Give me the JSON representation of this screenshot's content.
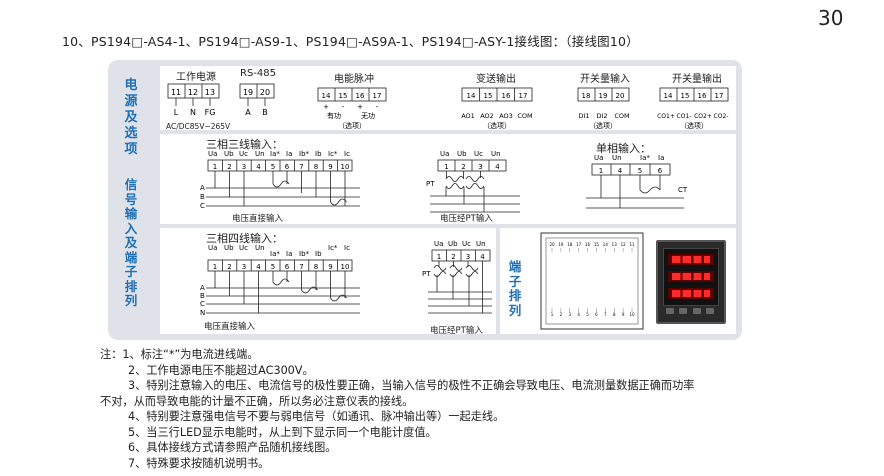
{
  "page_number": "30",
  "heading": "10、PS194□-AS4-1、PS194□-AS9-1、PS194□-AS9A-1、PS194□-ASY-1接线图：（接线图10）",
  "sections": {
    "power_source": "电\n源\n及\n选\n项",
    "signal_input": "信\n号\n输\n入\n及\n端\n子\n排\n列",
    "terminal_layout": "端\n子\n排\n列"
  },
  "power_supply": {
    "title": "工作电源",
    "terminals": [
      "11",
      "12",
      "13"
    ],
    "pins": [
      "L",
      "N",
      "FG"
    ],
    "range": "AC/DC85V~265V"
  },
  "rs485": {
    "title": "RS-485",
    "terminals": [
      "19",
      "20"
    ],
    "pins": [
      "A",
      "B"
    ]
  },
  "energy_pulse": {
    "title": "电能脉冲",
    "terminals": [
      "14",
      "15",
      "16",
      "17"
    ],
    "pins": [
      "有功",
      "无功"
    ],
    "note": "（选项）"
  },
  "transmit_out": {
    "title": "变送输出",
    "terminals": [
      "14",
      "15",
      "16",
      "17"
    ],
    "pins": [
      "AO1",
      "AO2",
      "AO3",
      "COM"
    ],
    "note": "（选项）"
  },
  "switch_in": {
    "title": "开关量输入",
    "terminals": [
      "18",
      "19",
      "20"
    ],
    "pins": [
      "DI1",
      "DI2",
      "COM"
    ],
    "note": "（选项）"
  },
  "switch_out": {
    "title": "开关量输出",
    "terminals": [
      "14",
      "15",
      "16",
      "17"
    ],
    "pins": [
      "CO1+",
      "CO1-",
      "CO2+",
      "CO2-"
    ],
    "note": "（选项）"
  },
  "three_phase_three_wire": {
    "title": "三相三线输入：",
    "header": [
      "Ua",
      "Ub",
      "Uc",
      "Un",
      "Ia*",
      "Ia",
      "Ib*",
      "Ib",
      "Ic*",
      "Ic"
    ],
    "terminals": [
      "1",
      "2",
      "3",
      "4",
      "5",
      "6",
      "7",
      "8",
      "9",
      "10"
    ],
    "lines": [
      "A",
      "B",
      "C"
    ],
    "direct_caption": "电压直接输入",
    "pt_header": [
      "Ua",
      "Ub",
      "Uc",
      "Un"
    ],
    "pt_terminals": [
      "1",
      "2",
      "3",
      "4"
    ],
    "pt_label": "PT",
    "pt_caption": "电压经PT输入"
  },
  "single_phase": {
    "title": "单相输入：",
    "header": [
      "Ua",
      "Un",
      "Ia*",
      "Ia"
    ],
    "terminals": [
      "1",
      "4",
      "5",
      "6"
    ],
    "ct_label": "CT"
  },
  "three_phase_four_wire": {
    "title": "三相四线输入：",
    "header": [
      "Ua",
      "Ub",
      "Uc",
      "Un",
      "Ia*",
      "Ia",
      "Ib*",
      "Ib",
      "Ic*",
      "Ic"
    ],
    "terminals": [
      "1",
      "2",
      "3",
      "4",
      "5",
      "6",
      "7",
      "8",
      "9",
      "10"
    ],
    "lines": [
      "A",
      "B",
      "C",
      "N"
    ],
    "direct_caption": "电压直接输入",
    "pt_header": [
      "Ua",
      "Ub",
      "Uc",
      "Un"
    ],
    "pt_terminals": [
      "1",
      "2",
      "3",
      "4"
    ],
    "pt_label": "PT",
    "pt_caption": "电压经PT输入"
  },
  "rear_top_terminals": [
    "20",
    "19",
    "18",
    "17",
    "16",
    "15",
    "14",
    "13",
    "12",
    "11"
  ],
  "rear_bottom_terminals": [
    "1",
    "2",
    "3",
    "4",
    "5",
    "6",
    "7",
    "8",
    "9",
    "10"
  ],
  "notes": [
    "注：1、标注“*”为电流进线端。",
    "2、工作电源电压不能超过AC300V。",
    "3、特别注意输入的电压、电流信号的极性要正确，当输入信号的极性不正确会导致电压、电流测量数据正确而功率",
    "不对，从而导致电能的计量不正确，所以务必注意仪表的接线。",
    "4、特别要注意强电信号不要与弱电信号（如通讯、脉冲输出等）一起走线。",
    "5、当三行LED显示电能时，从上到下显示同一个电能计度值。",
    "6、具体接线方式请参照产品随机接线图。",
    "7、特殊要求按随机说明书。"
  ]
}
